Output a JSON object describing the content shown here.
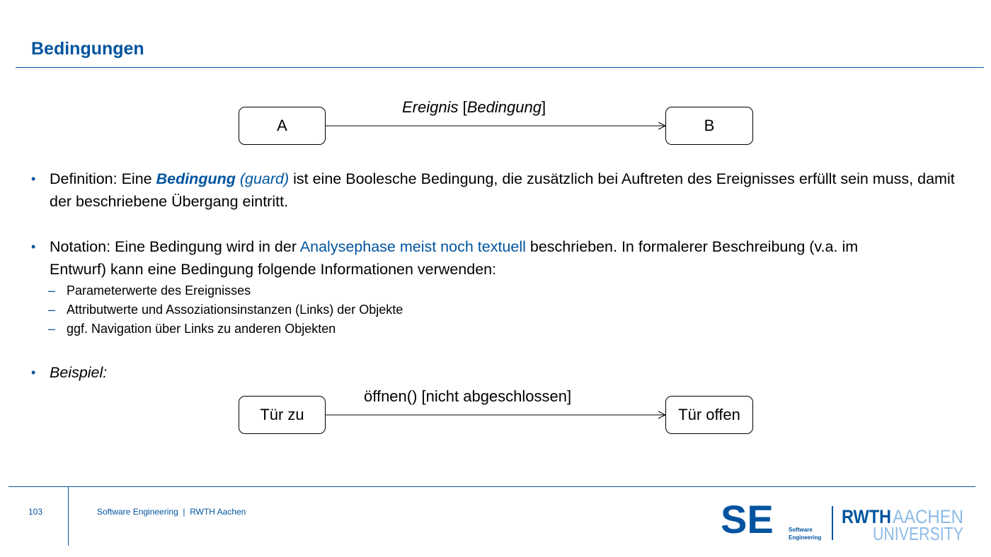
{
  "slide": {
    "title": "Bedingungen",
    "page_number": "103",
    "footer": "Software Engineering  |  RWTH Aachen"
  },
  "diagram_top": {
    "source_state": "A",
    "target_state": "B",
    "event": "Ereignis",
    "bracket_open": " [",
    "guard": "Bedingung",
    "bracket_close": "]"
  },
  "bullets": {
    "definition": {
      "prefix": "Definition: Eine ",
      "term": "Bedingung",
      "term_alt": " (guard)",
      "rest": " ist eine Boolesche Bedingung, die zusätzlich bei Auftreten des Ereignisses erfüllt sein muss, damit der beschriebene Übergang eintritt."
    },
    "notation": {
      "prefix": "Notation: Eine Bedingung wird in der ",
      "highlight": "Analysephase meist noch textuell",
      "rest": " beschrieben. In formalerer Beschreibung (v.a. im Entwurf) kann eine Bedingung folgende Informationen verwenden:",
      "items": [
        "Parameterwerte des Ereignisses",
        "Attributwerte und Assoziationsinstanzen (Links) der Objekte",
        "ggf. Navigation über Links zu anderen Objekten"
      ]
    },
    "example": "Beispiel:"
  },
  "diagram_bottom": {
    "source_state": "Tür zu",
    "target_state": "Tür offen",
    "label": "öffnen() [nicht abgeschlossen]"
  },
  "logos": {
    "se_big": "SE",
    "se_small_1": "Software",
    "se_small_2": "Engineering",
    "rwth_1": "RWTH",
    "rwth_2": "AACHEN",
    "rwth_3": "UNIVERSITY"
  },
  "colors": {
    "accent": "#00549f",
    "light_accent": "#8ebae5"
  }
}
